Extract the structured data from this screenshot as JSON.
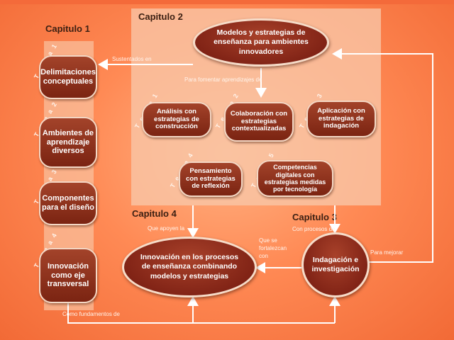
{
  "chapters": {
    "c1": "Capitulo 1",
    "c2": "Capitulo 2",
    "c3": "Capitulo 3",
    "c4": "Capitulo 4"
  },
  "tema_labels": {
    "t1": "T e m a 1",
    "t2": "T e m a 2",
    "t3": "T e m a 3",
    "t4": "T e m a 4",
    "c2t1": "T e m a 1",
    "c2t2": "T e m a 2",
    "c2t3": "T e m a 3",
    "c2t4": "T e m a 4",
    "c2t5": "T e m a 5"
  },
  "chapter1_boxes": [
    "Delimitaciones conceptuales",
    "Ambientes de aprendizaje diversos",
    "Componentes para el diseño",
    "Innovación como eje transversal"
  ],
  "chapter2": {
    "main_oval": "Modelos y estrategias de enseñanza para ambientes innovadores",
    "themes": [
      "Análisis con estrategias de construcción",
      "Colaboración con estrategias contextualizadas",
      "Aplicación con estrategias de indagación",
      "Pensamiento con estrategias de reflexión",
      "Competencias digitales con estrategias medidas por tecnología"
    ]
  },
  "chapter3_oval": "Indagación e investigación",
  "chapter4_oval": "Innovación en los procesos de enseñanza combinando modelos y estrategias",
  "connectors": {
    "sustentados": "Sustentados en",
    "fomentar": "Para fomentar aprendizajes de",
    "apoyen": "Que apoyen la",
    "procesos": "Con procesos de",
    "fortalezcan": "Que se fortalezcan con",
    "mejorar": "Para mejorar",
    "fundamentos": "Como fundamentos de"
  },
  "colors": {
    "background": "#ff8a55",
    "panel": "#f9c7a8",
    "node_fill": "#8a2d18",
    "node_border": "#f4d7c4",
    "arrow": "#ffffff"
  }
}
